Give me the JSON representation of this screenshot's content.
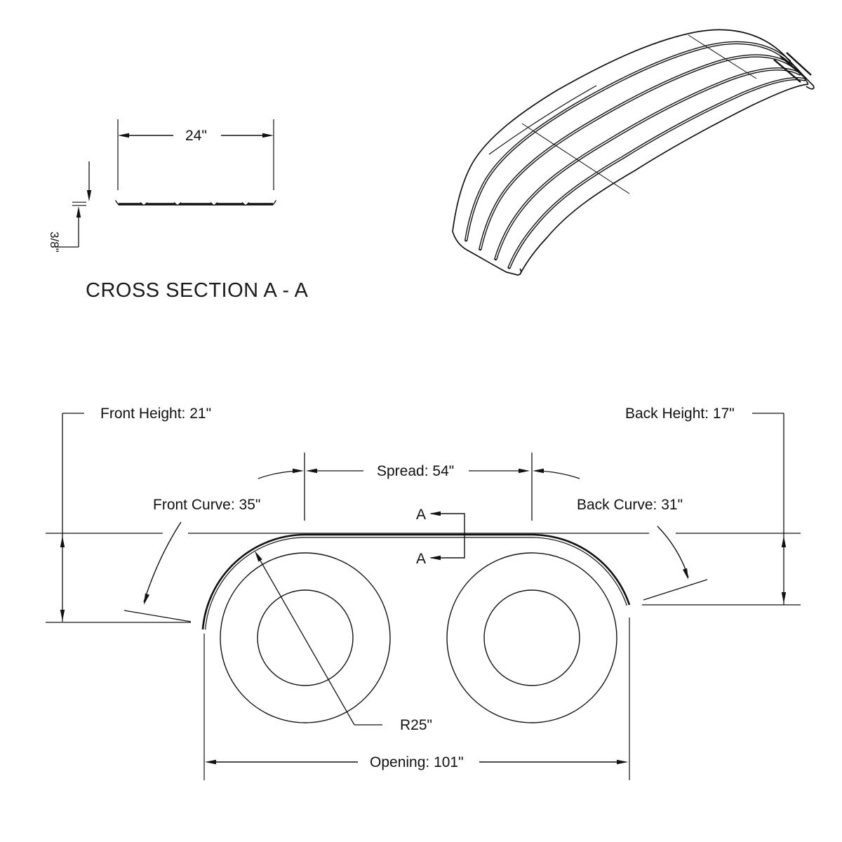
{
  "drawing": {
    "type": "tandem-fender-technical-drawing",
    "background": "#ffffff",
    "line_color": "#111111"
  },
  "cross_section": {
    "title": "CROSS SECTION A - A",
    "width_label": "24\"",
    "thickness_label": "3/8\""
  },
  "side_view": {
    "front_height_label": "Front Height: 21\"",
    "back_height_label": "Back Height: 17\"",
    "spread_label": "Spread: 54\"",
    "front_curve_label": "Front Curve: 35\"",
    "back_curve_label": "Back Curve: 31\"",
    "radius_label": "R25\"",
    "opening_label": "Opening: 101\"",
    "section_marker_top": "A",
    "section_marker_bottom": "A"
  },
  "dimensions": {
    "width_in": 24,
    "thickness_in": "3/8",
    "front_height_in": 21,
    "back_height_in": 17,
    "spread_in": 54,
    "front_curve_in": 35,
    "back_curve_in": 31,
    "fender_radius_in": 25,
    "opening_in": 101
  }
}
